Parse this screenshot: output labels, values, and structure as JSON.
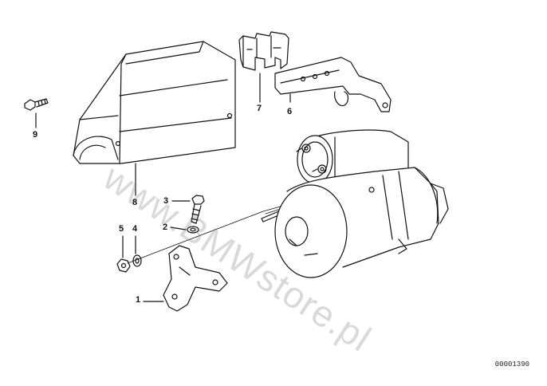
{
  "callouts": {
    "c1": "1",
    "c2": "2",
    "c3": "3",
    "c4": "4",
    "c5": "5",
    "c6": "6",
    "c7": "7",
    "c8": "8",
    "c9": "9"
  },
  "document_number": "00001390",
  "watermark": "www.BMWstore.pl",
  "colors": {
    "line": "#111111",
    "watermark": "#9a9a9a",
    "background": "#ffffff"
  }
}
